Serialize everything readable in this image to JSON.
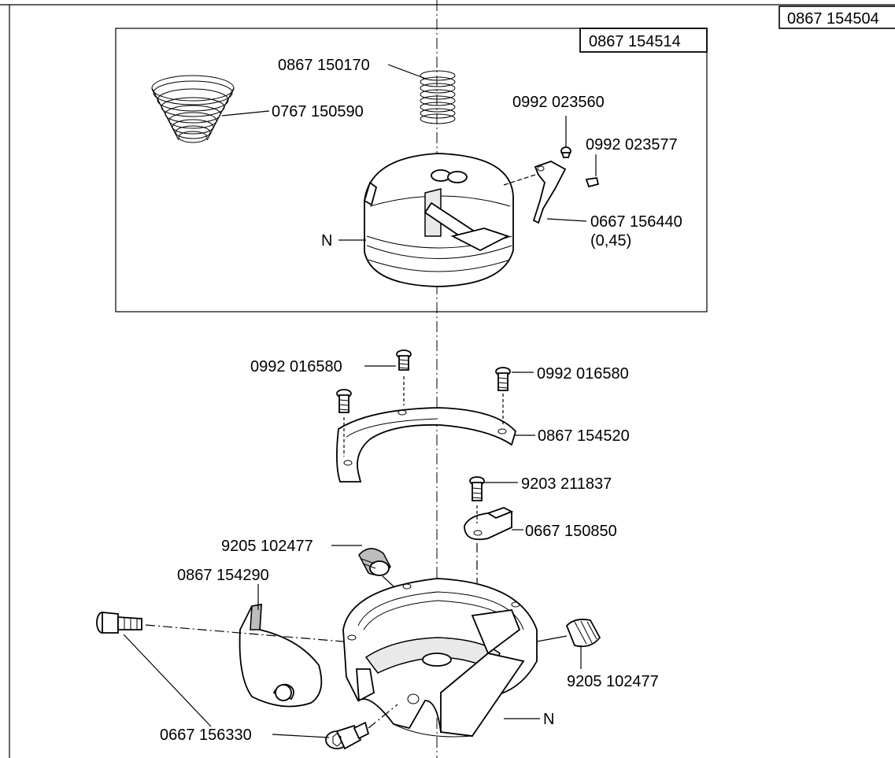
{
  "boxes": {
    "top_right_code": "0867 154504",
    "inset_code": "0867 154514"
  },
  "labels": {
    "spring_small": "0867 150170",
    "spring_cone": "0767 150590",
    "screw_a": "0992 023560",
    "screw_b": "0992 023577",
    "spring_leaf": "0667 156440",
    "spring_leaf_note": "(0,45)",
    "n_top": "N",
    "screw_ring_left": "0992 016580",
    "screw_ring_right": "0992 016580",
    "ring": "0867 154520",
    "screw_guard": "9203 211837",
    "guard_plate": "0667 150850",
    "set_screw_top": "9205 102477",
    "hook_tip": "0867 154290",
    "set_screw_right": "9205 102477",
    "n_bottom": "N",
    "cap_screw": "0667 156330"
  }
}
